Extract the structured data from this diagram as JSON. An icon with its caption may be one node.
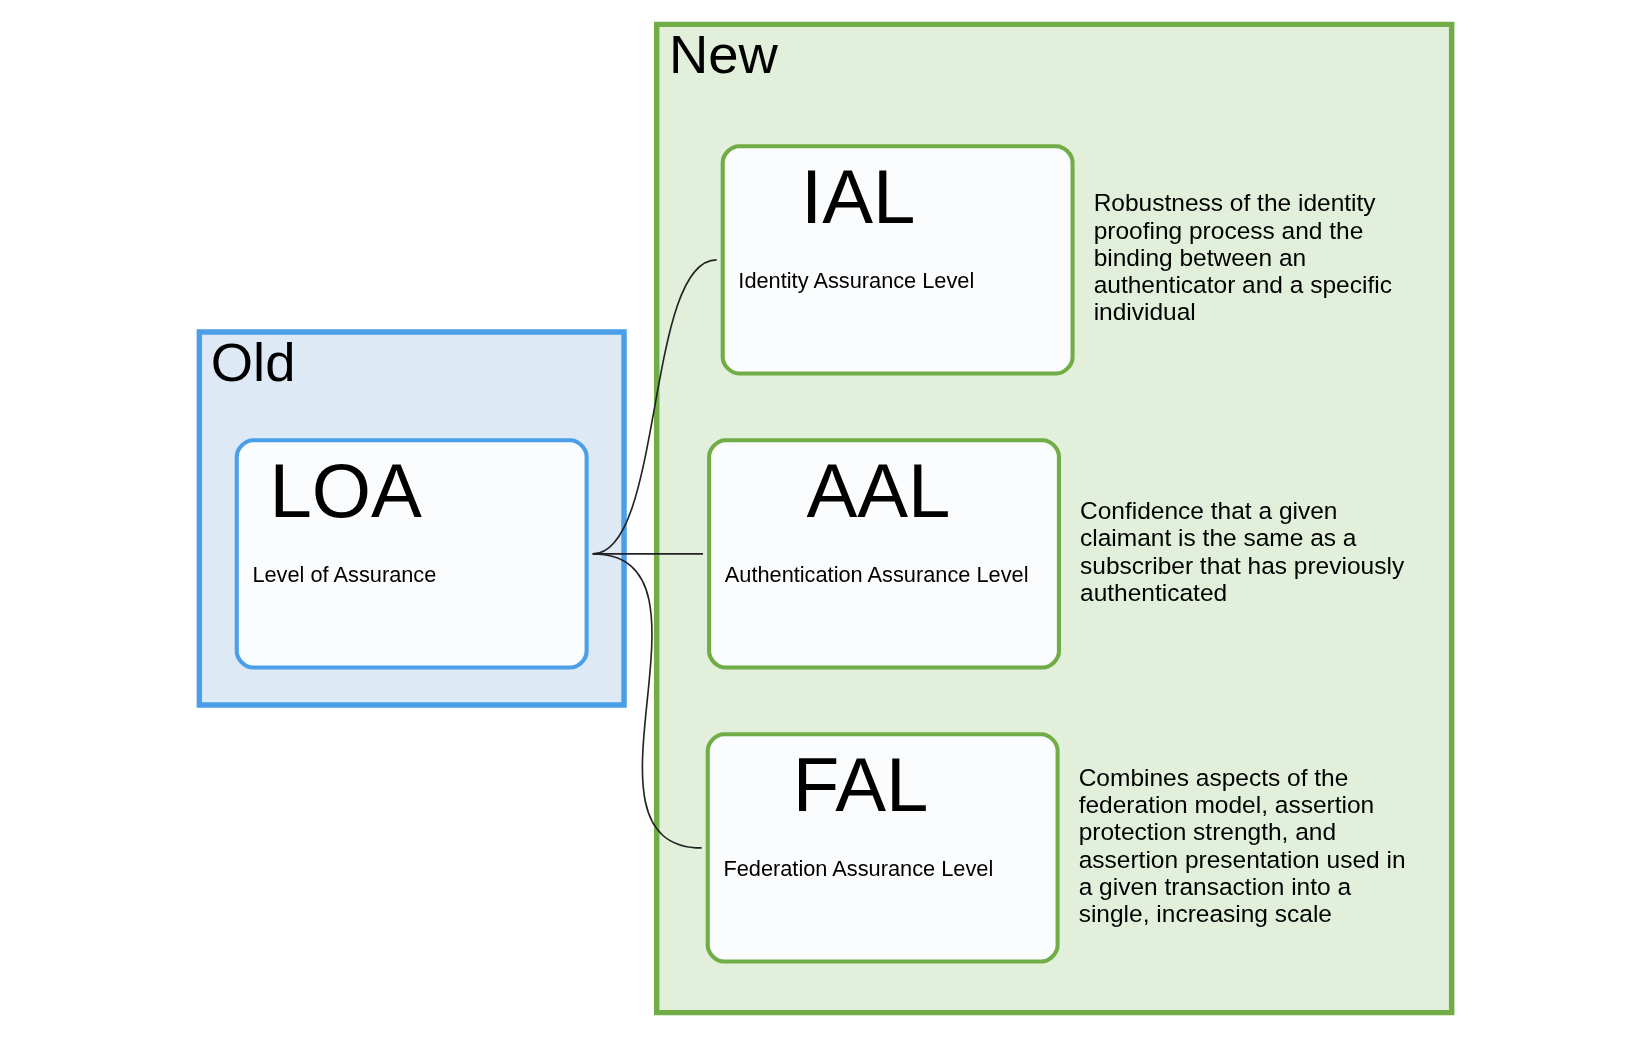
{
  "diagram": {
    "nodes": [
      {
        "text": [
          "Old"
        ]
      },
      {
        "text": [
          "LOA",
          "Level of Assurance"
        ],
        "in": 0
      },
      {
        "text": [
          "New"
        ]
      },
      {
        "text": [
          "IAL",
          "Identity Assurance Level"
        ],
        "in": 2,
        "beside": [
          "Robustness of the identity proofing process and the binding between an authenticator and a specific individual"
        ]
      },
      {
        "text": [
          "AAL",
          "Authentication Assurance Level"
        ],
        "in": 2,
        "beside": [
          "Confidence that a given claimant is the same as a subscriber that has previously authenticated"
        ]
      },
      {
        "text": [
          "FAL",
          "Federation Assurance Level"
        ],
        "in": 2,
        "beside": [
          "Combines aspects of the federation model, assertion protection strength, and assertion presentation used in a given transaction into a single, increasing scale"
        ]
      }
    ],
    "edges": [
      {
        "from": 1,
        "to": 3,
        "arrow": "none"
      },
      {
        "from": 1,
        "to": 4,
        "arrow": "none"
      },
      {
        "from": 1,
        "to": 5,
        "arrow": "none"
      }
    ]
  }
}
